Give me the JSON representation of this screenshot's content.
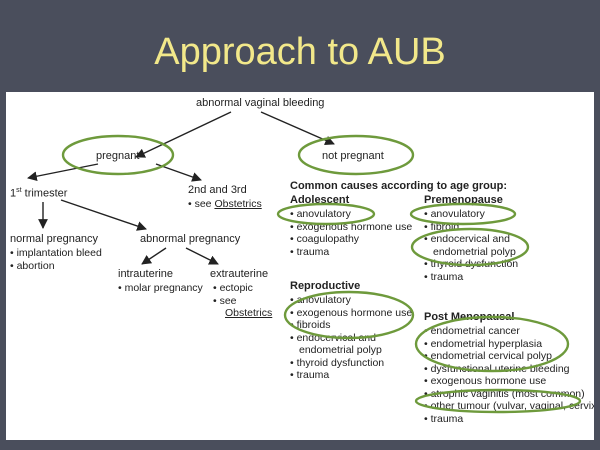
{
  "slide": {
    "title": "Approach to AUB"
  },
  "diagram": {
    "root": "abnormal vaginal bleeding",
    "pregnant": "pregnant",
    "not_pregnant": "not pregnant",
    "first_trimester": {
      "main": "1",
      "sup": "st",
      "rest": " trimester"
    },
    "second_third": "2nd and 3rd",
    "second_third_see": "see ",
    "second_third_link": "Obstetrics",
    "normal_pregnancy": {
      "heading": "normal pregnancy",
      "items": [
        "implantation bleed",
        "abortion"
      ]
    },
    "abnormal_pregnancy": "abnormal pregnancy",
    "intrauterine": {
      "heading": "intrauterine",
      "items": [
        "molar pregnancy"
      ]
    },
    "extrauterine": {
      "heading": "extrauterine",
      "item1": "ectopic",
      "item2": "see",
      "item2_link": "Obstetrics"
    },
    "common_causes": "Common causes according to age group:",
    "adolescent": {
      "heading": "Adolescent",
      "items": [
        "anovulatory",
        "exogenous hormone use",
        "coagulopathy",
        "trauma"
      ]
    },
    "reproductive": {
      "heading": "Reproductive",
      "items": [
        "anovulatory",
        "exogenous hormone use",
        "fibroids",
        "endocervical and",
        "endometrial polyp",
        "thyroid dysfunction",
        "trauma"
      ]
    },
    "premenopause": {
      "heading": "Premenopause",
      "items": [
        "anovulatory",
        "fibroid",
        "endocervical and",
        "endometrial polyp",
        "thyroid dysfunction",
        "trauma"
      ]
    },
    "post_menopausal": {
      "heading": "Post Menopausal",
      "items": [
        "endometrial cancer",
        "endometrial hyperplasia",
        "endometrial cervical polyp",
        "dysfunctional uterine bleeding",
        "exogenous hormone use",
        "atrophic vaginitis (most common)",
        "other tumour (vulvar, vaginal, cervix)",
        "trauma"
      ]
    }
  },
  "colors": {
    "background": "#4a4e5c",
    "title": "#f2e88a",
    "highlight": "#6e9a3c"
  }
}
